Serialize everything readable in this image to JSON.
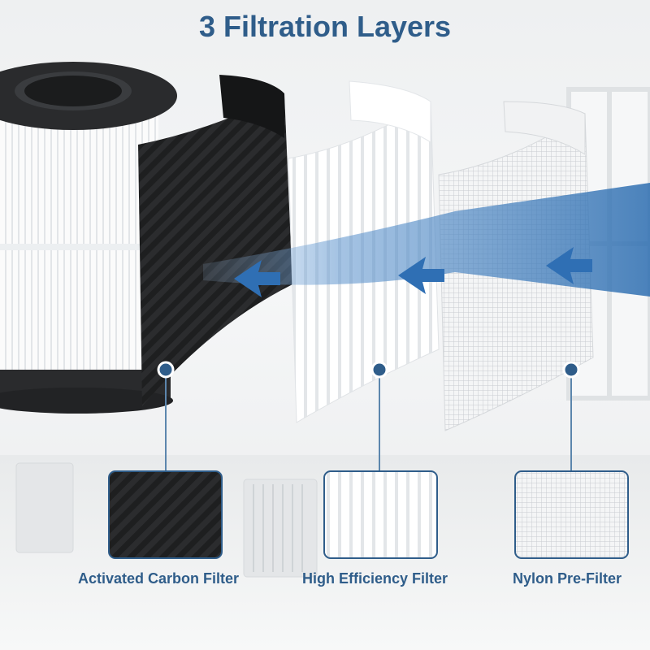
{
  "title": "3 Filtration Layers",
  "colors": {
    "accent": "#2f5d8a",
    "carbon": "#1e1f20",
    "background": "#f0f1f2"
  },
  "layers": [
    {
      "name": "Activated Carbon Filter"
    },
    {
      "name": "High Efficiency Filter"
    },
    {
      "name": "Nylon Pre-Filter"
    }
  ],
  "icons": [
    "arrow-left-icon",
    "arrow-left-icon",
    "arrow-left-icon"
  ]
}
